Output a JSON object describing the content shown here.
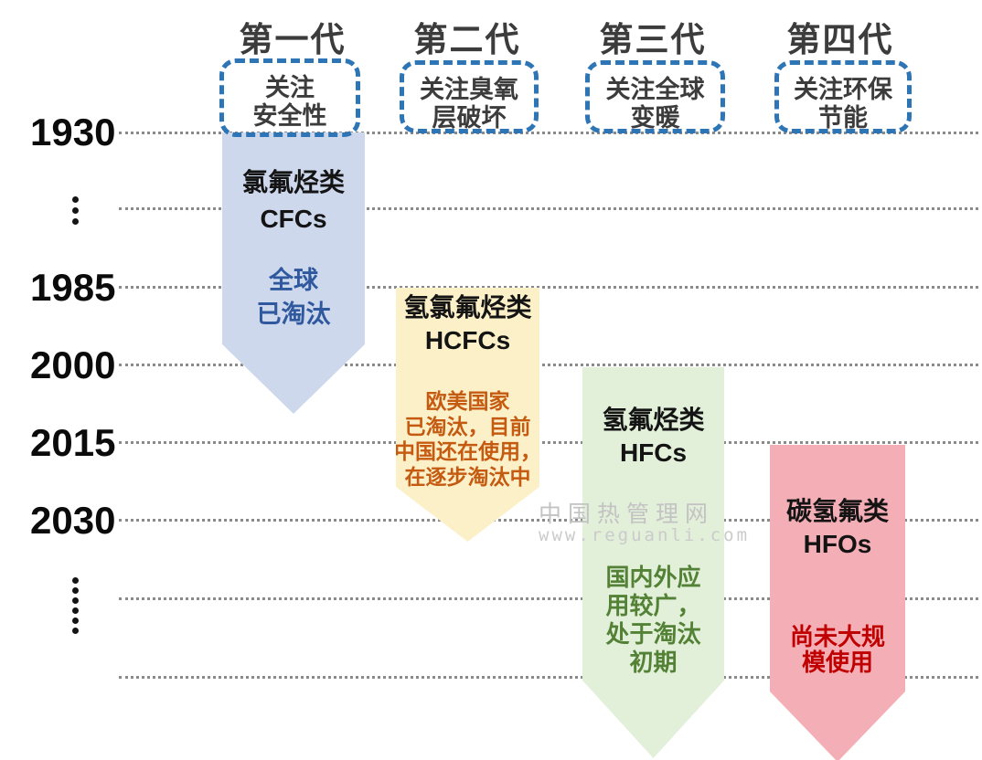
{
  "axis": {
    "years": [
      "1930",
      "1985",
      "2000",
      "2015",
      "2030"
    ]
  },
  "generations": [
    {
      "header": "第一代",
      "focus": "关注\n安全性",
      "substance": "氯氟烃类\nCFCs",
      "status": "全球\n已淘汰",
      "start_year": "1930",
      "fill": "#CDD8EC",
      "status_color": "#30589E"
    },
    {
      "header": "第二代",
      "focus": "关注臭氧\n层破坏",
      "substance": "氢氯氟烃类\nHCFCs",
      "status": "欧美国家\n已淘汰，目前\n中国还在使用，\n在逐步淘汰中",
      "start_year": "1985",
      "fill": "#FCF0C8",
      "status_color": "#C55A11"
    },
    {
      "header": "第三代",
      "focus": "关注全球\n变暖",
      "substance": "氢氟烃类\nHFCs",
      "status": "国内外应\n用较广，\n处于淘汰\n初期",
      "start_year": "2000",
      "fill": "#E2EFD9",
      "status_color": "#538135"
    },
    {
      "header": "第四代",
      "focus": "关注环保\n节能",
      "substance": "碳氢氟类\nHFOs",
      "status": "尚未大规\n模使用",
      "start_year": "2015",
      "fill": "#F4AEB6",
      "status_color": "#C00000"
    }
  ],
  "watermark": {
    "site_name": "中国热管理网",
    "site_url": "www.reguanli.com"
  },
  "colors": {
    "focus_border": "#2E75B6",
    "gridline": "#8A8A8A",
    "header_text": "#3C3C3C",
    "year_text": "#0B0B0B"
  }
}
